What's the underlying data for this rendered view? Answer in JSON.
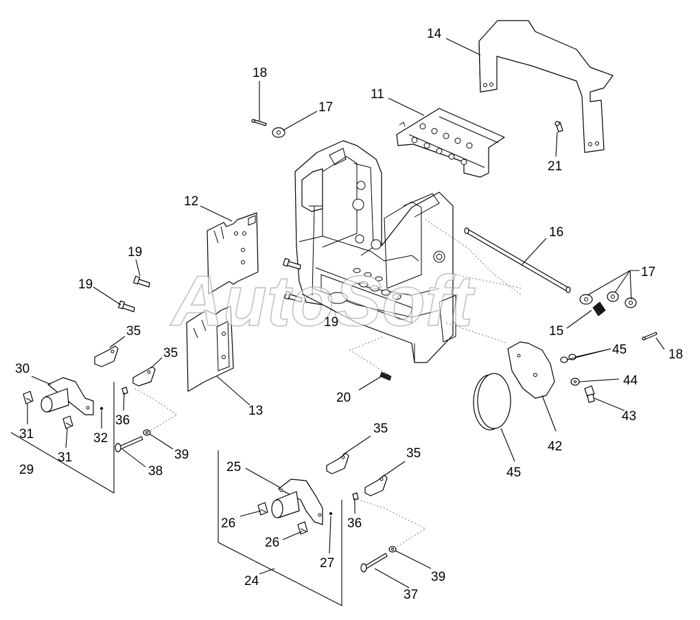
{
  "watermark": "AutoSoft",
  "callouts": {
    "c14": "14",
    "c18a": "18",
    "c17a": "17",
    "c11": "11",
    "c21": "21",
    "c12": "12",
    "c16": "16",
    "c17b": "17",
    "c19a": "19",
    "c19b": "19",
    "c19c": "19",
    "c15": "15",
    "c18b": "18",
    "c35a": "35",
    "c35b": "35",
    "c45a": "45",
    "c44": "44",
    "c30": "30",
    "c13": "13",
    "c20": "20",
    "c43": "43",
    "c36a": "36",
    "c31a": "31",
    "c32": "32",
    "c39a": "39",
    "c31b": "31",
    "c29": "29",
    "c38": "38",
    "c35c": "35",
    "c35d": "35",
    "c42": "42",
    "c45b": "45",
    "c25": "25",
    "c26a": "26",
    "c36b": "36",
    "c26b": "26",
    "c27": "27",
    "c39b": "39",
    "c24": "24",
    "c37": "37"
  }
}
